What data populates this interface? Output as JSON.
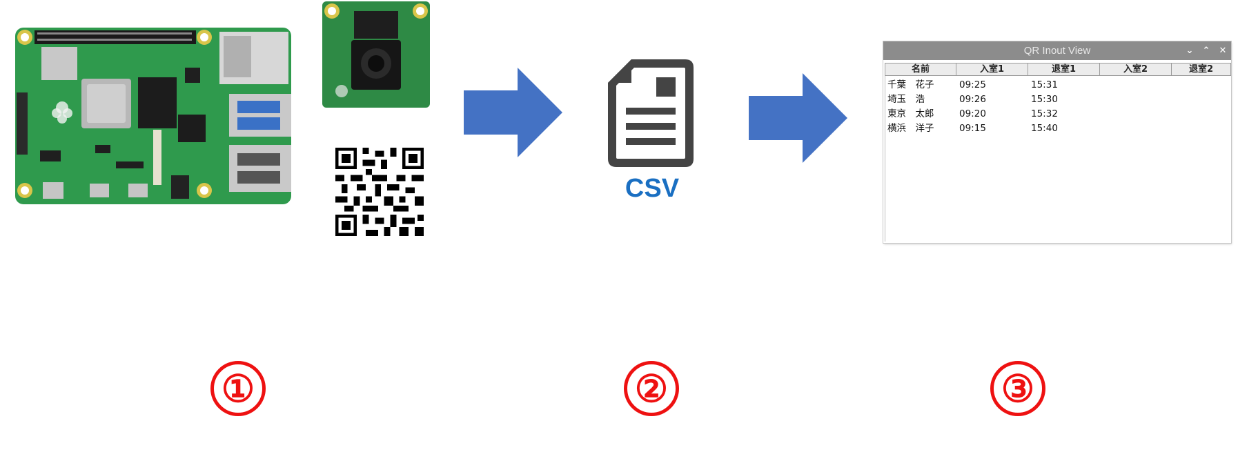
{
  "steps": [
    "①",
    "②",
    "③"
  ],
  "csv_label": "CSV",
  "window": {
    "title": "QR Inout View",
    "buttons": [
      "⌄",
      "⌃",
      "✕"
    ],
    "columns": [
      "名前",
      "入室1",
      "退室1",
      "入室2",
      "退室2"
    ],
    "rows": [
      [
        "千葉　花子",
        "09:25",
        "15:31",
        "",
        ""
      ],
      [
        "埼玉　浩",
        "09:26",
        "15:30",
        "",
        ""
      ],
      [
        "東京　太郎",
        "09:20",
        "15:32",
        "",
        ""
      ],
      [
        "横浜　洋子",
        "09:15",
        "15:40",
        "",
        ""
      ]
    ]
  },
  "colors": {
    "arrow": "#4472c4",
    "step_number": "#ee1111",
    "csv_text": "#1a6fc2",
    "board": "#2f9a4d",
    "titlebar": "#8c8c8c"
  },
  "icons": [
    "raspberry-pi-board-image",
    "camera-module-image",
    "qr-code-image",
    "arrow-right-icon",
    "document-icon"
  ]
}
